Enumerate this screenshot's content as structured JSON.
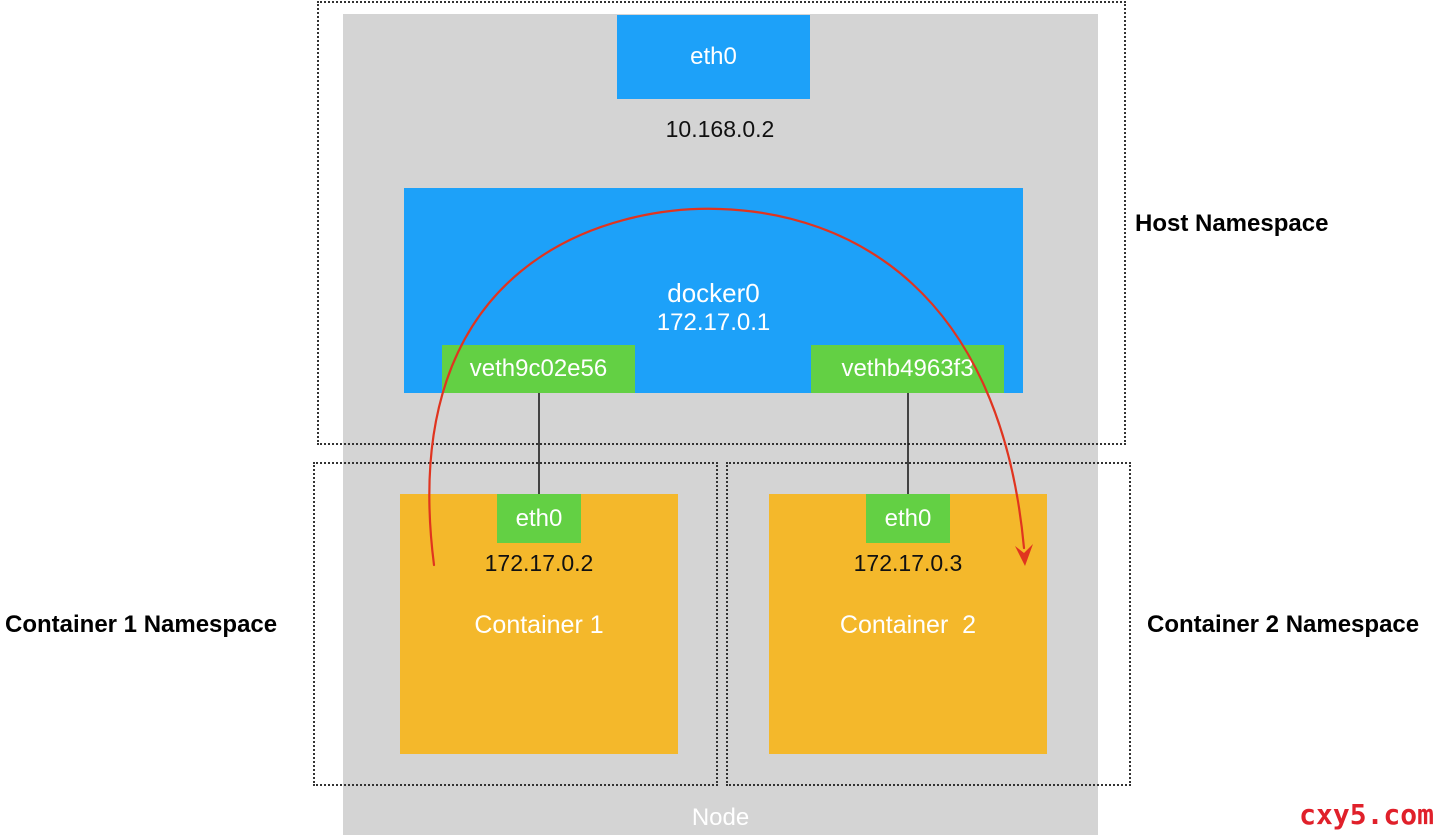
{
  "host": {
    "eth0_label": "eth0",
    "eth0_ip": "10.168.0.2",
    "bridge_label": "docker0",
    "bridge_ip": "172.17.0.1",
    "veth1_label": "veth9c02e56",
    "veth2_label": "vethb4963f3",
    "namespace_label": "Host Namespace"
  },
  "container1": {
    "eth0_label": "eth0",
    "ip": "172.17.0.2",
    "name": "Container 1",
    "namespace_label": "Container 1 Namespace"
  },
  "container2": {
    "eth0_label": "eth0",
    "ip": "172.17.0.3",
    "name": "Container  2",
    "namespace_label": "Container 2 Namespace"
  },
  "node_label": "Node",
  "watermark": "cxy5.com",
  "colors": {
    "interface_blue": "#1da1f9",
    "veth_green": "#63d044",
    "container_yellow": "#f4b82b",
    "node_gray": "#d4d4d4",
    "arrow_red": "#e0341f"
  }
}
